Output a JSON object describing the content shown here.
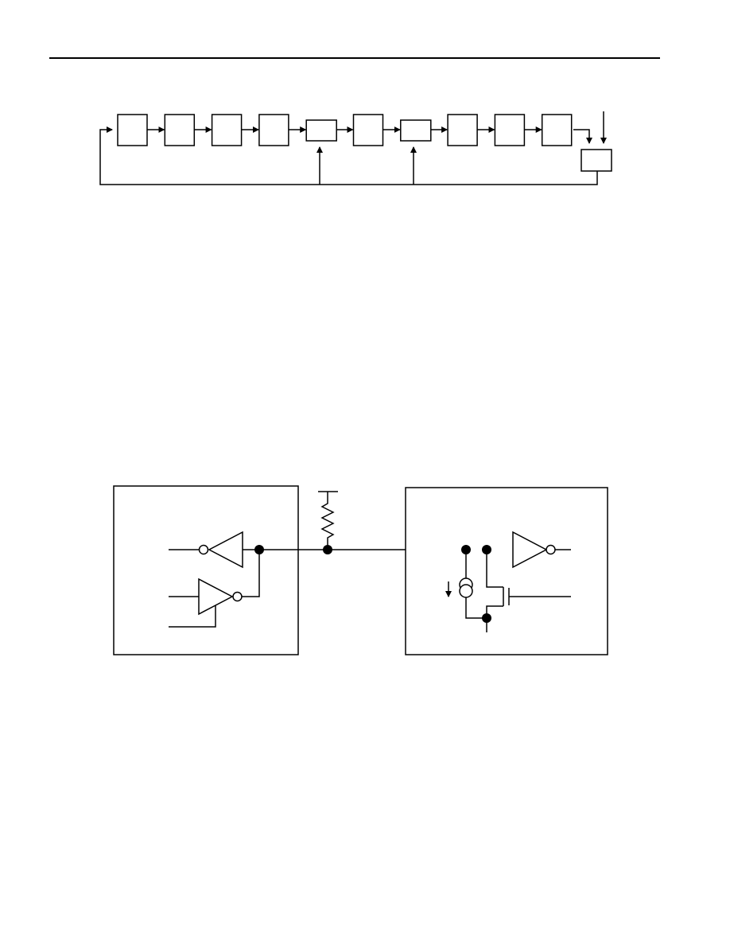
{
  "page": {
    "background": "#ffffff",
    "ink": "#000000"
  },
  "shift_register": {
    "stage_count": 10,
    "tap_stages": [
      5,
      7
    ],
    "feedback_gate": "xor-gate"
  },
  "io_circuit": {
    "left_block": [
      "output-buffer-inverter",
      "input-buffer-inverter"
    ],
    "bus": [
      "pull-up-resistor",
      "bus-junction"
    ],
    "right_block": [
      "receiver-inverter",
      "current-source",
      "pulldown-transistor"
    ]
  }
}
